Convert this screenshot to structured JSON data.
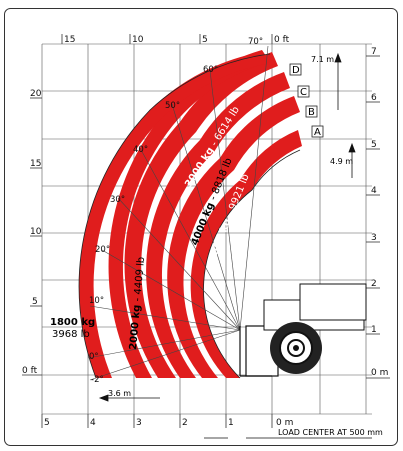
{
  "chart_data": {
    "type": "load-chart",
    "feet_top_ticks": [
      "15",
      "10",
      "5",
      "0 ft"
    ],
    "feet_left_ticks": [
      "20",
      "15",
      "10",
      "5",
      "0 ft"
    ],
    "meter_right_ticks": [
      "7",
      "6",
      "5",
      "4",
      "3",
      "2",
      "1",
      "0 m"
    ],
    "meter_bottom_ticks": [
      "5",
      "4",
      "3",
      "2",
      "1",
      "0 m"
    ],
    "angles": [
      "70°",
      "60°",
      "50°",
      "40°",
      "30°",
      "20°",
      "10°",
      "0°",
      "-2°"
    ],
    "zones": [
      {
        "kg": "3000 kg",
        "lb": "- 6614 lb"
      },
      {
        "kg": "4000 kg",
        "lb": "- 8818 lb"
      },
      {
        "kg": "4500 kg",
        "lb": "- 9921 lb"
      },
      {
        "kg": "2000 kg",
        "lb": "- 4409 lb"
      }
    ],
    "outer_capacity": {
      "kg": "1800 kg",
      "lb": "3968 lb"
    },
    "extension_labels": [
      "D",
      "C",
      "B",
      "A"
    ],
    "dimensions": {
      "max_height": "7.1 m",
      "height_b": "4.9 m",
      "reach_at_ground": "3.6 m"
    },
    "footer_note": "LOAD CENTER AT 500 mm"
  }
}
